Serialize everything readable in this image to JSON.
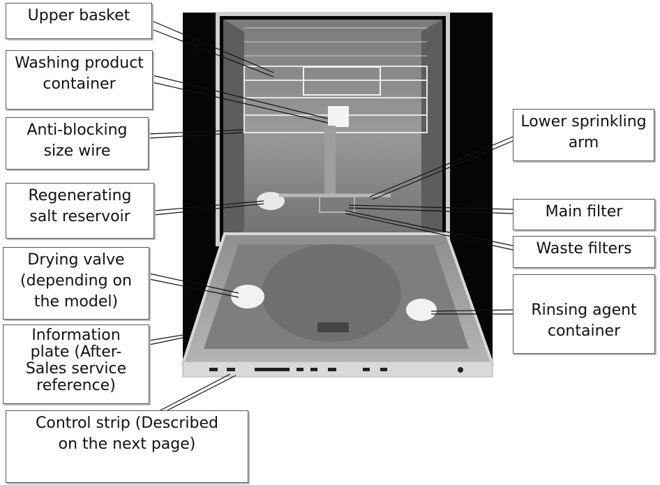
{
  "labels": {
    "upper_basket": "Upper basket",
    "washing_product": "Washing product\ncontainer",
    "anti_blocking": "Anti-blocking\nsize wire",
    "salt_reservoir": "Regenerating\nsalt reservoir",
    "drying_valve": "Drying valve\n(depending on\nthe model)",
    "info_plate": "Information\nplate (After-\nSales service\nreference)",
    "control_strip": "Control strip (Described\non the next page)",
    "lower_arm": "Lower sprinkling\narm",
    "main_filter": "Main filter",
    "waste_filters": "Waste filters",
    "rinsing_agent": "Rinsing agent\ncontainer"
  }
}
